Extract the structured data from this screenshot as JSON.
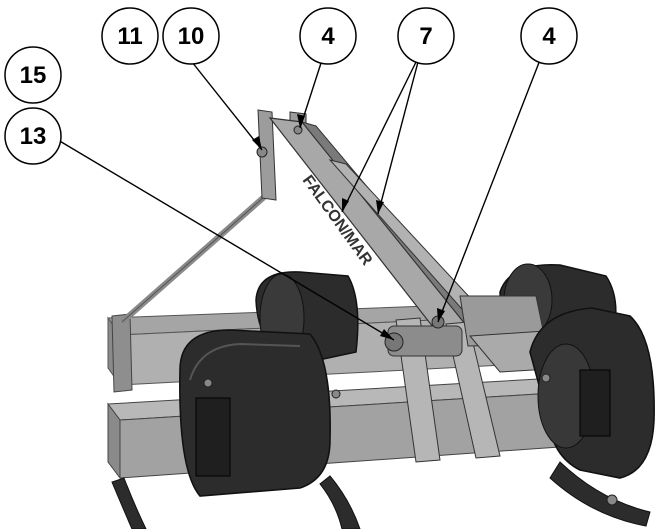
{
  "figure": {
    "callouts": [
      {
        "id": "c11",
        "label": "11"
      },
      {
        "id": "c10",
        "label": "10"
      },
      {
        "id": "c4a",
        "label": "4"
      },
      {
        "id": "c7",
        "label": "7"
      },
      {
        "id": "c4b",
        "label": "4"
      },
      {
        "id": "c15",
        "label": "15"
      },
      {
        "id": "c13",
        "label": "13"
      }
    ],
    "frame_lettering": "FALCON/MAR",
    "colors": {
      "steel": "#9a9a9a",
      "steel_dark": "#6f6f6f",
      "roller": "#2c2c2c",
      "roller_edge": "#111111",
      "outline": "#000000",
      "background": "#ffffff"
    }
  }
}
